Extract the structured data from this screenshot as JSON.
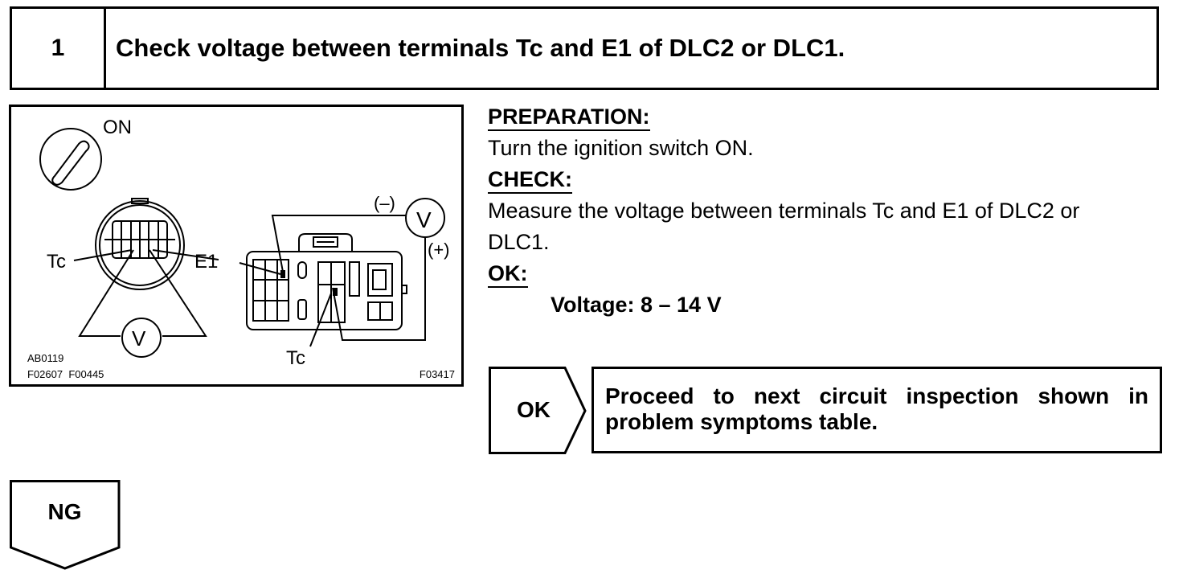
{
  "step": {
    "number": "1",
    "title": "Check voltage between terminals Tc and E1 of DLC2 or DLC1."
  },
  "figure": {
    "switch_label": "ON",
    "left_connector": {
      "tc_label": "Tc",
      "e1_label": "E1",
      "meter_label": "V"
    },
    "right_connector": {
      "minus_label": "(–)",
      "plus_label": "(+)",
      "meter_label": "V",
      "tc_label": "Tc"
    },
    "codes": {
      "code1": "AB0119",
      "code2": "F02607  F00445",
      "code3": "F03417"
    }
  },
  "instructions": {
    "preparation_heading": "PREPARATION:",
    "preparation_text": "Turn the ignition switch ON.",
    "check_heading": "CHECK:",
    "check_text_line1": "Measure the voltage between terminals Tc and E1 of DLC2 or",
    "check_text_line2": "DLC1.",
    "ok_heading": "OK:",
    "ok_spec": "Voltage: 8 – 14 V"
  },
  "ok_result": {
    "tag": "OK",
    "text": "Proceed to next circuit inspection shown in problem symptoms table."
  },
  "ng_result": {
    "tag": "NG"
  }
}
